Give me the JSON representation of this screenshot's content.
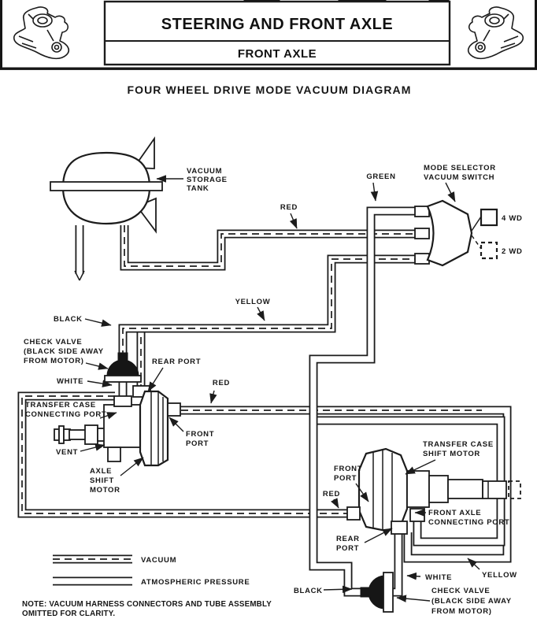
{
  "header": {
    "title": "STEERING AND FRONT AXLE",
    "subtitle": "FRONT AXLE"
  },
  "diagram": {
    "title": "FOUR WHEEL DRIVE MODE VACUUM DIAGRAM",
    "labels": {
      "tank": [
        "VACUUM",
        "STORAGE",
        "TANK"
      ],
      "red_top": "RED",
      "green": "GREEN",
      "mode_selector": [
        "MODE SELECTOR",
        "VACUUM SWITCH"
      ],
      "four_wd": "4 WD",
      "two_wd": "2 WD",
      "yellow_mid": "YELLOW",
      "black_left": "BLACK",
      "check_valve_left": [
        "CHECK VALVE",
        "(BLACK SIDE AWAY",
        "FROM MOTOR)"
      ],
      "white_left": "WHITE",
      "transfer_case_connecting_port": [
        "TRANSFER CASE",
        "CONNECTING PORT"
      ],
      "rear_port_left": "REAR PORT",
      "red_mid": "RED",
      "front_port_left": [
        "FRONT",
        "PORT"
      ],
      "vent": "VENT",
      "axle_shift_motor": [
        "AXLE",
        "SHIFT",
        "MOTOR"
      ],
      "transfer_case_shift_motor": [
        "TRANSFER CASE",
        "SHIFT MOTOR"
      ],
      "front_port_right": [
        "FRONT",
        "PORT"
      ],
      "red_right": "RED",
      "front_axle_connecting_port": [
        "FRONT AXLE",
        "CONNECTING PORT"
      ],
      "rear_port_right": [
        "REAR",
        "PORT"
      ],
      "white_right": "WHITE",
      "yellow_right": "YELLOW",
      "black_bottom": "BLACK",
      "check_valve_bottom": [
        "CHECK VALVE",
        "(BLACK SIDE AWAY",
        "FROM MOTOR)"
      ]
    },
    "legend": {
      "vacuum": "VACUUM",
      "atmospheric": "ATMOSPHERIC PRESSURE"
    },
    "note": [
      "NOTE: VACUUM HARNESS CONNECTORS AND TUBE ASSEMBLY",
      "OMITTED FOR CLARITY."
    ]
  },
  "colors": {
    "ink": "#1c1c1c",
    "paper": "#ffffff"
  }
}
